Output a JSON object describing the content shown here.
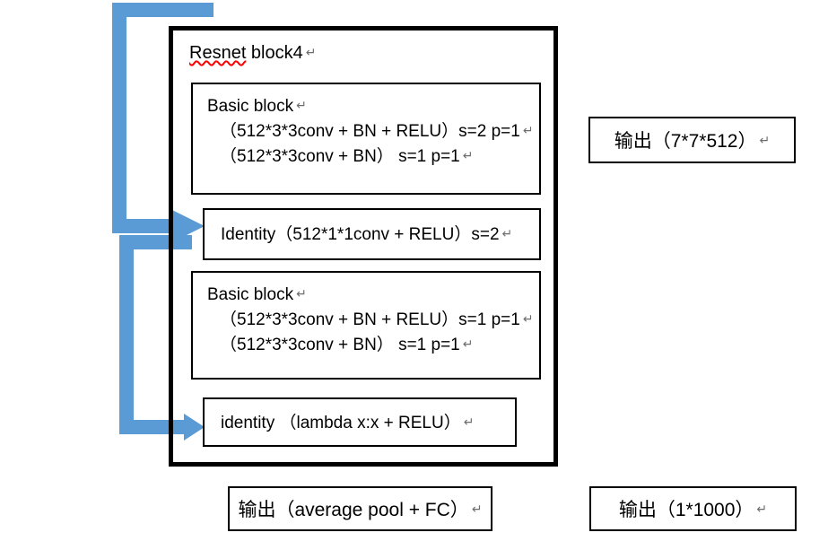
{
  "diagram": {
    "title_text": "Resnet block4",
    "title_misspelled_word": "Resnet",
    "title_rest": " block4",
    "accent_blue": "#5B9BD5",
    "border_color": "#000000",
    "background": "#ffffff",
    "pilcrow": "↵"
  },
  "basic_block_1": {
    "heading": "Basic block",
    "line1": "（512*3*3conv + BN + RELU）s=2 p=1",
    "line2": "（512*3*3conv + BN） s=1 p=1"
  },
  "identity_1": {
    "label": "Identity（512*1*1conv + RELU）s=2"
  },
  "basic_block_2": {
    "heading": "Basic block",
    "line1": "（512*3*3conv + BN + RELU）s=1 p=1",
    "line2": "（512*3*3conv + BN） s=1 p=1"
  },
  "identity_2": {
    "label": "identity （lambda x:x + RELU）"
  },
  "outputs": {
    "feature_map": "输出（7*7*512）",
    "avg_pool_fc": "输出（average pool + FC）",
    "classes": "输出（1*1000）"
  },
  "arrows": {
    "skip_connection_top": "skip-connection-to-identity-1",
    "skip_connection_bottom": "skip-connection-to-identity-2"
  }
}
